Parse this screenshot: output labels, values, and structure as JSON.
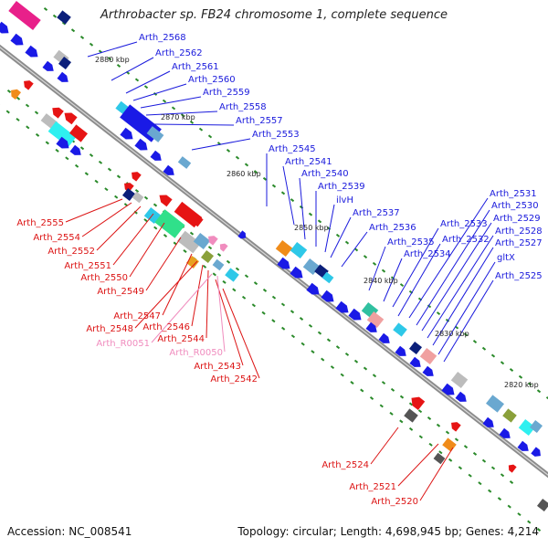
{
  "title": "Arthrobacter sp. FB24 chromosome 1, complete sequence",
  "accession": "Accession: NC_008541",
  "summary": "Topology: circular; Length: 4,698,945 bp; Genes: 4,214",
  "colors": {
    "forward_label": "#1a1adc",
    "reverse_label": "#dc1414",
    "rna_label": "#f08cbe",
    "backbone": "#8c8c8c",
    "tick": "#2a8a2a"
  },
  "position_labels": [
    {
      "text": "2880 kbp"
    },
    {
      "text": "2870 kbp"
    },
    {
      "text": "2860 kbp"
    },
    {
      "text": "2850 kbp"
    },
    {
      "text": "2840 kbp"
    },
    {
      "text": "2830 kbp"
    },
    {
      "text": "2820 kbp"
    }
  ],
  "forward_genes": [
    {
      "label": "Arth_2568"
    },
    {
      "label": "Arth_2562"
    },
    {
      "label": "Arth_2561"
    },
    {
      "label": "Arth_2560"
    },
    {
      "label": "Arth_2559"
    },
    {
      "label": "Arth_2558"
    },
    {
      "label": "Arth_2557"
    },
    {
      "label": "Arth_2553"
    },
    {
      "label": "Arth_2545"
    },
    {
      "label": "Arth_2541"
    },
    {
      "label": "Arth_2540"
    },
    {
      "label": "Arth_2539"
    },
    {
      "label": "ilvH"
    },
    {
      "label": "Arth_2537"
    },
    {
      "label": "Arth_2536"
    },
    {
      "label": "Arth_2535"
    },
    {
      "label": "Arth_2534"
    },
    {
      "label": "Arth_2533"
    },
    {
      "label": "Arth_2532"
    },
    {
      "label": "Arth_2531"
    },
    {
      "label": "Arth_2530"
    },
    {
      "label": "Arth_2529"
    },
    {
      "label": "Arth_2528"
    },
    {
      "label": "Arth_2527"
    },
    {
      "label": "gltX"
    },
    {
      "label": "Arth_2525"
    }
  ],
  "reverse_genes": [
    {
      "label": "Arth_2555"
    },
    {
      "label": "Arth_2554"
    },
    {
      "label": "Arth_2552"
    },
    {
      "label": "Arth_2551"
    },
    {
      "label": "Arth_2550"
    },
    {
      "label": "Arth_2549"
    },
    {
      "label": "Arth_2547"
    },
    {
      "label": "Arth_2548"
    },
    {
      "label": "Arth_2546"
    },
    {
      "label": "Arth_2544"
    },
    {
      "label": "Arth_2543"
    },
    {
      "label": "Arth_2542"
    },
    {
      "label": "Arth_2524"
    },
    {
      "label": "Arth_2521"
    },
    {
      "label": "Arth_2520"
    }
  ],
  "rna_genes": [
    {
      "label": "Arth_R0051"
    },
    {
      "label": "Arth_R0050"
    }
  ]
}
